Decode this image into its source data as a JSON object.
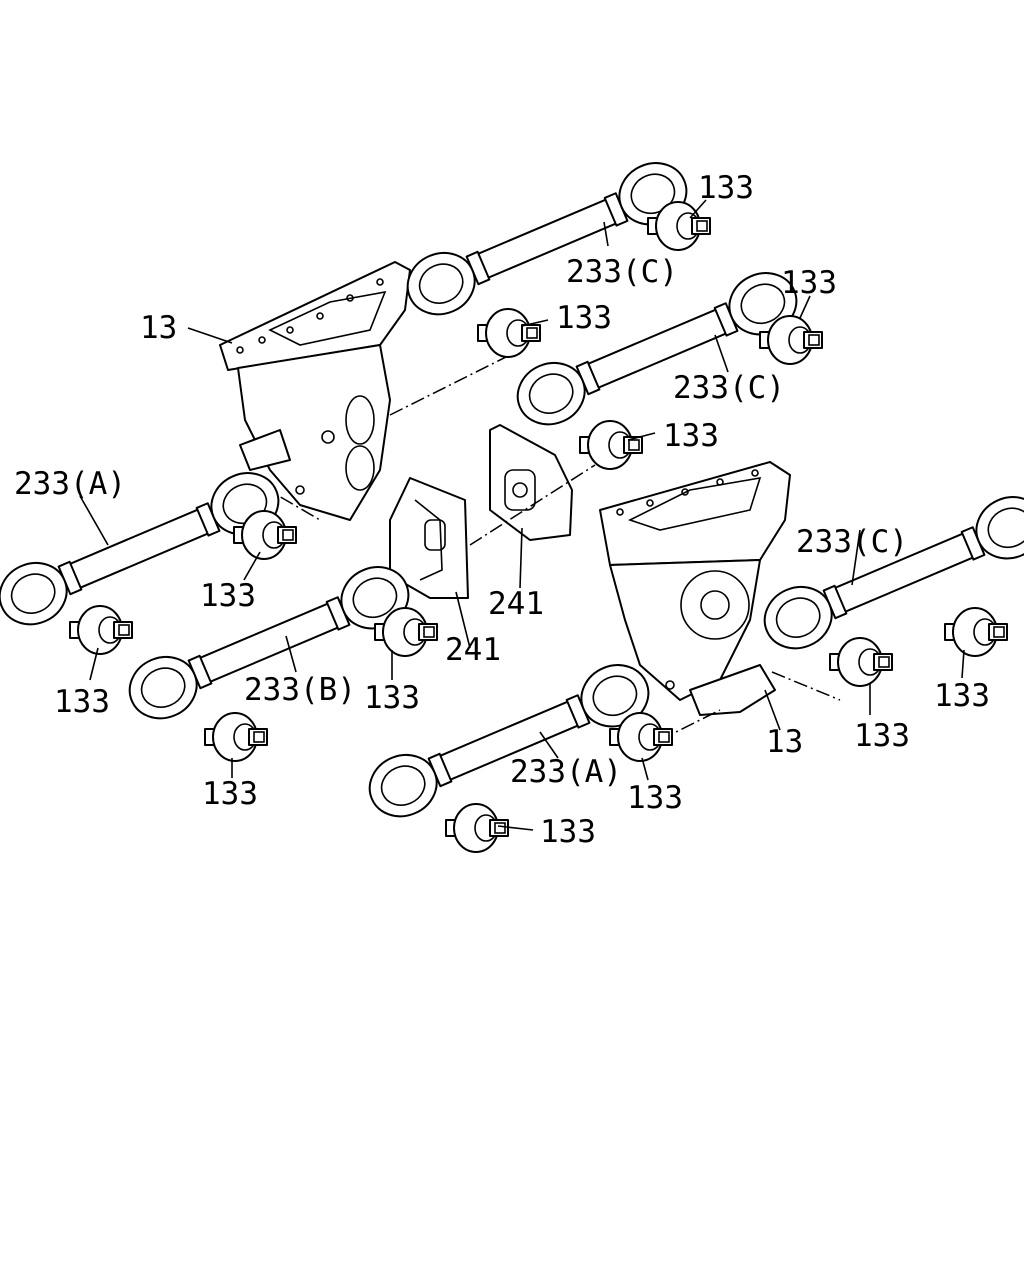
{
  "colors": {
    "ink": "#000000",
    "background": "#ffffff"
  },
  "labels": {
    "bracket": "13",
    "arm_a": "233(A)",
    "arm_b": "233(B)",
    "arm_c": "233(C)",
    "bushing": "133",
    "plate": "241"
  }
}
